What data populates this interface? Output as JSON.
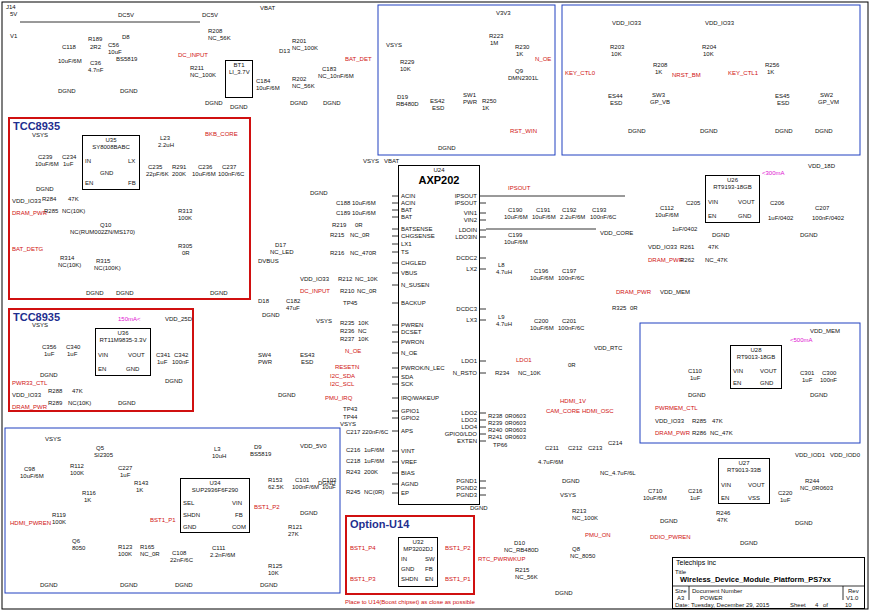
{
  "diagram": {
    "nodes": [
      {
        "text": [
          "TCC8935"
        ]
      },
      {
        "text": [
          "U35",
          "SY8008BABC"
        ],
        "in": 0
      },
      {
        "text": [
          "TCC8935"
        ]
      },
      {
        "text": [
          "U36",
          "RT11M9835-3.3V"
        ],
        "in": 2
      },
      {
        "text": [
          "BT1",
          "LI_3.7V"
        ]
      },
      {
        "text": [
          "U24",
          "AXP202"
        ]
      },
      {
        "text": [
          "U26",
          "RT9193-18GB"
        ]
      },
      {
        "text": [
          "U28",
          "RT9013-18GB"
        ]
      },
      {
        "text": [
          "U27",
          "RT9013-33B"
        ]
      },
      {
        "text": [
          "U34",
          "SUP2936F6F290"
        ]
      },
      {
        "text": [
          "Option-U14"
        ]
      },
      {
        "text": [
          "U32",
          "MP3202DJ"
        ],
        "in": 10
      },
      {
        "text": [
          "Telechips inc"
        ]
      }
    ],
    "labels": [
      "J14",
      "5V",
      "V1",
      "C118",
      "10uF/6M",
      "R189",
      "2R2",
      "C36",
      "4.7nF",
      "C56",
      "10uF",
      "D8",
      "BS5819",
      "DC5V",
      "DC5V",
      "R208",
      "NC_56K",
      "DC_INPUT",
      "R211",
      "NC_100K",
      "VBAT",
      "D13",
      "C184",
      "10uF/6M",
      "R201",
      "NC_100K",
      "R202",
      "NC_56K",
      "C183",
      "NC_10nF/6M",
      "BAT_DET",
      "DGND",
      "DGND",
      "DGND",
      "DGND",
      "DGND",
      "DGND",
      "V3V3",
      "R223",
      "1M",
      "R230",
      "1K",
      "N_OE",
      "VSYS",
      "R229",
      "10K",
      "Q9",
      "DMN2301L",
      "D19",
      "RB480D",
      "ES42",
      "ESD",
      "SW1",
      "PWR",
      "R250",
      "1K",
      "RST_WIN",
      "DGND",
      "VDD_IO33",
      "VDD_IO33",
      "R203",
      "10K",
      "R208",
      "1K",
      "KEY_CTL0",
      "NRST_BM",
      "KEY_CTL1",
      "R204",
      "10K",
      "R256",
      "1K",
      "ES44",
      "ESD",
      "SW3",
      "GP_VB",
      "ES45",
      "ESD",
      "SW2",
      "GP_VM",
      "DGND",
      "DGND",
      "DGND",
      "DGND",
      "VSYS",
      "L23",
      "2.2uH",
      "BKB_CORE",
      "C239",
      "10uF/6M",
      "C234",
      "1uF",
      "C235",
      "22pF/6K",
      "R291",
      "200K",
      "C236",
      "10uF/6M",
      "C237",
      "100nF/6C",
      "R313",
      "100K",
      "R305",
      "0R",
      "VDD_IO33",
      "R284",
      "47K",
      "DRAM_PWR",
      "R285",
      "NC(10K)",
      "Q10",
      "NC(RUM002ZN/MS170)",
      "BAT_DETG",
      "R314",
      "NC(10K)",
      "R315",
      "NC(100K)",
      "DGND",
      "DGND",
      "DGND",
      "DGND",
      "IN",
      "LX",
      "GND",
      "EN",
      "FB",
      "VSYS",
      "150mA<",
      "VDD_25D",
      "C356",
      "1uF",
      "C340",
      "1uF",
      "C341",
      "1uF",
      "C342",
      "100nF",
      "PWR33_CTL",
      "VDD_IO33",
      "R288",
      "47K",
      "DRAM_PWR",
      "R289",
      "NC(10K)",
      "DGND",
      "DGND",
      "DGND",
      "VIN",
      "VOUT",
      "EN",
      "GND",
      "ACIN",
      "ACIN",
      "BAT",
      "BAT",
      "BATSENSE",
      "CHGSENSE",
      "LX1",
      "TS",
      "CHGLED",
      "VBUS",
      "N_SUSEN",
      "BACKUP",
      "PWREN",
      "DCSET",
      "PWRON",
      "N_OE",
      "PWROK/N_LEC",
      "SDA",
      "SCK",
      "IRQ/WAKEUP",
      "GPIO1",
      "GPIO2",
      "APS",
      "VINT",
      "VREF",
      "BIAS",
      "AGND",
      "EP",
      "IPSOUT",
      "IPSOUT",
      "VIN1",
      "VIN2",
      "LDOIN",
      "LDO3IN",
      "DCDC2",
      "LX2",
      "DCDC3",
      "LX3",
      "LDO1",
      "N_RSTO",
      "LDO2",
      "LDO3",
      "LDO4",
      "GPIO0/LDO",
      "EXTEN",
      "PGND1",
      "PGND2",
      "PGND3",
      "VSYS",
      "VBAT",
      "DGND",
      "C188",
      "10uF/6M",
      "C189",
      "10uF/6M",
      "R219",
      "0R",
      "R215",
      "NC_0R",
      "D17",
      "NC_LED",
      "DVBUS",
      "R216",
      "NC_470R",
      "VDD_IO33",
      "R212",
      "NC_10K",
      "DC_INPUT",
      "R210",
      "NC_0R",
      "TP45",
      "D18",
      "C182",
      "47uF",
      "VSYS",
      "R235",
      "10K",
      "R236",
      "NC",
      "R237",
      "10K",
      "SW4",
      "PWR",
      "ES43",
      "ESD",
      "N_OE",
      "RESETN",
      "I2C_SDA",
      "I2C_SCL",
      "PMU_IRQ",
      "TP43",
      "TP44",
      "VSYS",
      "C217",
      "220nF/6C",
      "C216",
      "1uF/6M",
      "C218",
      "1uF/6M",
      "R243",
      "200K",
      "DGND",
      "R245",
      "NC(0R)",
      "DGND",
      "DGND",
      "IPSOUT",
      "C190",
      "10uF/6M",
      "C191",
      "10uF/6M",
      "C192",
      "2.2uF/6M",
      "C193",
      "100nF/6C",
      "C199",
      "10uF/6M",
      "VDD_CORE",
      "L8",
      "4.7uH",
      "C196",
      "10uF/6M",
      "C197",
      "100nF/6C",
      "DRAM_PWR",
      "VDD_MEM",
      "R325",
      "0R",
      "L9",
      "4.7uH",
      "C200",
      "10uF/6M",
      "C201",
      "100nF/6C",
      "VDD_RTC",
      "LDO1",
      "R234",
      "NC_10K",
      "0R",
      "HDMI_1V",
      "CAM_CORE",
      "HDMI_OSC",
      "R238",
      "0R0603",
      "R239",
      "0R0603",
      "R240",
      "0R0603",
      "R241",
      "0R0603",
      "TP66",
      "C211",
      "4.7uF/6M",
      "C212",
      "C213",
      "C214",
      "NC_4.7uF/6L",
      "DGND",
      "DGND",
      "VSYS",
      "R213",
      "NC_100K",
      "D10",
      "NC_RB480D",
      "Q8",
      "NC_8050",
      "PMU_ON",
      "RTC_PWRWKUP",
      "R215",
      "NC_56K",
      "DGND",
      "VDD_18D",
      "<300mA",
      "C112",
      "10uF/6M",
      "C205",
      "1uF/0402",
      "C206",
      "1uF/0402",
      "C207",
      "100nF/0402",
      "VDD_IO33",
      "R261",
      "47K",
      "DRAM_PWR",
      "R262",
      "NC_47K",
      "DGND",
      "DGND",
      "VIN",
      "VOUT",
      "EN",
      "GND",
      "VDD_MEM",
      "<500mA",
      "C110",
      "1uF",
      "C301",
      "1uF",
      "C300",
      "100nF",
      "PWRMEM_CTL",
      "VDD_IO33",
      "R285",
      "47K",
      "DRAM_PWR",
      "R286",
      "NC_47K",
      "DGND",
      "DGND",
      "VIN",
      "VOUT",
      "EN",
      "GND",
      "VDD_IOD1",
      "VDD_IOD0",
      "C710",
      "10uF/6M",
      "C216",
      "1uF",
      "C220",
      "1uF",
      "R244",
      "NC_0R0603",
      "R246",
      "47K",
      "DDIO_PWREN",
      "DGND",
      "DGND",
      "DGND",
      "VIN",
      "VOUT",
      "EN",
      "VSS",
      "VSYS",
      "Q5",
      "SI2305",
      "C98",
      "10uF/6M",
      "R112",
      "100K",
      "C227",
      "1uF",
      "R143",
      "1K",
      "R116",
      "1K",
      "L3",
      "10uH",
      "D9",
      "BS5819",
      "VDD_5V0",
      "R153",
      "62.5K",
      "C101",
      "100nF/6M",
      "C103",
      "10uF",
      "HDMI_PWREN",
      "R119",
      "100K",
      "Q6",
      "8050",
      "R123",
      "100K",
      "R165",
      "NC_0R",
      "BST1_P1",
      "BST1_P2",
      "C108",
      "22nF/6C",
      "C111",
      "2.2nF/6M",
      "R121",
      "27K",
      "R125",
      "10K",
      "DGND",
      "DGND",
      "DGND",
      "DGND",
      "DGND",
      "SEL",
      "VIN",
      "SHDN",
      "FB",
      "GND",
      "COM",
      "BST1_P4",
      "BST1_P3",
      "BST1_P2",
      "BST1_P1",
      "IN",
      "SW",
      "GND",
      "FB",
      "SHDN",
      "EN",
      "Place to U14(Boost chipset) as close as possible",
      "Title",
      "Wireless_Device_Module_Platform_PS7xx",
      "Size",
      "A3",
      "Document Number",
      "POWER",
      "Rev",
      "V1.0",
      "Date: Tuesday, December 29, 2015",
      "Sheet",
      "4",
      "of",
      "10"
    ]
  }
}
